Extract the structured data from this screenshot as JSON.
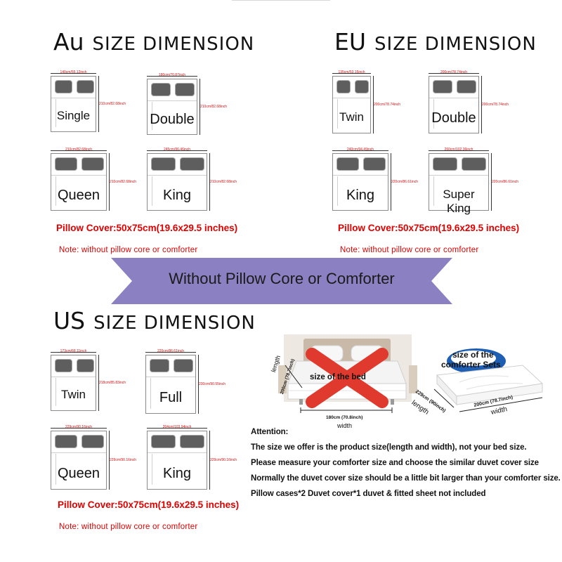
{
  "sections": {
    "au": {
      "code": "Au",
      "title": "SIZE DIMENSION",
      "beds": [
        {
          "name": "Single",
          "width_label": "140cm/55.12inch",
          "length_label": "210cm/82.68inch"
        },
        {
          "name": "Double",
          "width_label": "180cm/70.87inch",
          "length_label": "210cm/82.68inch"
        },
        {
          "name": "Queen",
          "width_label": "210cm/82.68inch",
          "length_label": "210cm/82.68inch"
        },
        {
          "name": "King",
          "width_label": "245cm/96.46inch",
          "length_label": "210cm/82.68inch"
        }
      ],
      "pillow_cover": "Pillow Cover:50x75cm(19.6x29.5 inches)",
      "note": "Note: without pillow core or comforter"
    },
    "eu": {
      "code": "EU",
      "title": "SIZE DIMENSION",
      "beds": [
        {
          "name": "Twin",
          "width_label": "135cm/53.15inch",
          "length_label": "200cm/78.74inch"
        },
        {
          "name": "Double",
          "width_label": "200cm/78.74inch",
          "length_label": "200cm/78.74inch"
        },
        {
          "name": "King",
          "width_label": "240cm/94.49inch",
          "length_label": "220cm/86.61inch"
        },
        {
          "name": "Super King",
          "width_label": "260cm/102.36inch",
          "length_label": "220cm/86.61inch"
        }
      ],
      "pillow_cover": "Pillow Cover:50x75cm(19.6x29.5 inches)",
      "note": "Note: without pillow core or comforter"
    },
    "us": {
      "code": "US",
      "title": "SIZE DIMENSION",
      "beds": [
        {
          "name": "Twin",
          "width_label": "173cm/68.11inch",
          "length_label": "218cm/85.83inch"
        },
        {
          "name": "Full",
          "width_label": "220cm/86.61inch",
          "length_label": "230cm/90.55inch"
        },
        {
          "name": "Queen",
          "width_label": "229cm/90.16inch",
          "length_label": "229cm/90.16inch"
        },
        {
          "name": "King",
          "width_label": "264cm/103.94inch",
          "length_label": "229cm/90.16inch"
        }
      ],
      "pillow_cover": "Pillow Cover:50x75cm(19.6x29.5 inches)",
      "note": "Note: without pillow core or comforter"
    }
  },
  "banner": {
    "text": "Without Pillow Core or Comforter",
    "color": "#8b80c2"
  },
  "bed_photo": {
    "label": "size of the bed",
    "length_word": "length",
    "length_value": "200cm (78.7inch)",
    "width_value": "180cm (70.8inch)",
    "width_word": "width"
  },
  "comforter_photo": {
    "label_line1": "size of the",
    "label_line2": "comforter Sets",
    "length_value": "229cm (90inch)",
    "length_word": "length",
    "width_value": "200cm (78.7inch)",
    "width_word": "width"
  },
  "attention": {
    "heading": "Attention:",
    "lines": [
      "The size we offer is the product size(length and width), not your bed size.",
      "Please measure your comforter size and choose the similar duvet cover size",
      "Normally the duvet cover size should be a little bit larger than your comforter size.",
      "Pillow cases*2  Duvet cover*1 duvet & fitted sheet not included"
    ]
  },
  "colors": {
    "accent_red": "#e00000",
    "banner": "#8b80c2",
    "cross": "#e03a2e",
    "logo_blue": "#1f5fb3"
  }
}
